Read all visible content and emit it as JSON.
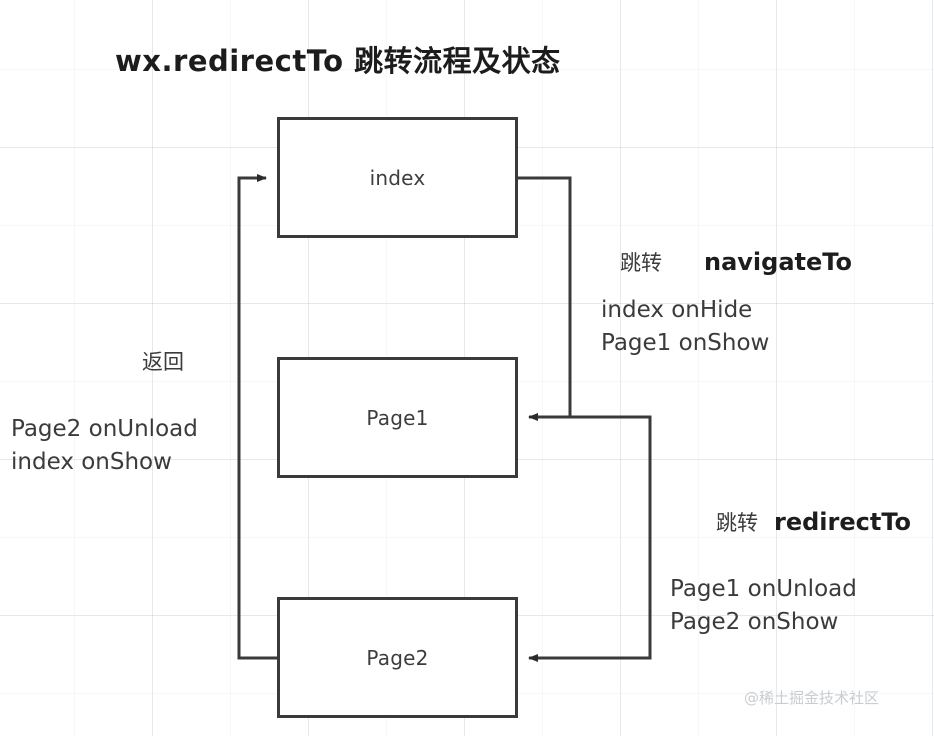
{
  "title": "wx.redirectTo 跳转流程及状态",
  "nodes": [
    {
      "id": "index",
      "label": "index"
    },
    {
      "id": "page1",
      "label": "Page1"
    },
    {
      "id": "page2",
      "label": "Page2"
    }
  ],
  "annotations": {
    "navigate": {
      "action_zh": "跳转",
      "api": "navigateTo",
      "line1": "index onHide",
      "line2": "Page1 onShow"
    },
    "redirect": {
      "action_zh": "跳转",
      "api": "redirectTo",
      "line1": "Page1 onUnload",
      "line2": "Page2 onShow"
    },
    "back": {
      "action_zh": "返回",
      "line1": "Page2 onUnload",
      "line2": "index onShow"
    }
  },
  "edges": [
    {
      "name": "index-to-page1",
      "from": "index",
      "to": "page1",
      "label_ref": "navigate"
    },
    {
      "name": "page1-to-page2",
      "from": "page1",
      "to": "page2",
      "label_ref": "redirect"
    },
    {
      "name": "page2-to-index",
      "from": "page2",
      "to": "index",
      "label_ref": "back"
    }
  ],
  "watermark": "@稀土掘金技术社区",
  "colors": {
    "stroke": "#3a3a3a",
    "text": "#3b3b3b",
    "title": "#1c1c1c",
    "background": "#ffffff",
    "grid": "#dfe4e9",
    "watermark": "#c8cdd2"
  }
}
